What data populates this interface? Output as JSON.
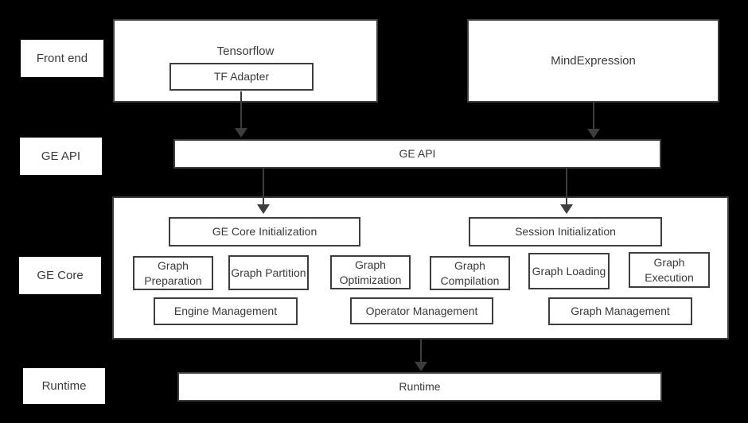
{
  "colors": {
    "background": "#000000",
    "box_fill": "#ffffff",
    "border": "#3d3d3d",
    "text": "#3a3a3a",
    "arrow": "#3d3d3d"
  },
  "side_labels": {
    "front_end": "Front end",
    "ge_api": "GE API",
    "ge_core": "GE Core",
    "runtime": "Runtime"
  },
  "front_end_row": {
    "tensorflow_title": "Tensorflow",
    "tf_adapter": "TF Adapter",
    "mind_expression": "MindExpression"
  },
  "ge_api_bar": {
    "label": "GE API"
  },
  "ge_core": {
    "core_init": "GE Core Initialization",
    "session_init": "Session Initialization",
    "graph_preparation": "Graph Preparation",
    "graph_partition": "Graph Partition",
    "graph_optimization": "Graph Optimization",
    "graph_compilation": "Graph Compilation",
    "graph_loading": "Graph Loading",
    "graph_execution": "Graph Execution",
    "engine_management": "Engine Management",
    "operator_management": "Operator Management",
    "graph_management": "Graph Management"
  },
  "runtime_bar": {
    "label": "Runtime"
  }
}
